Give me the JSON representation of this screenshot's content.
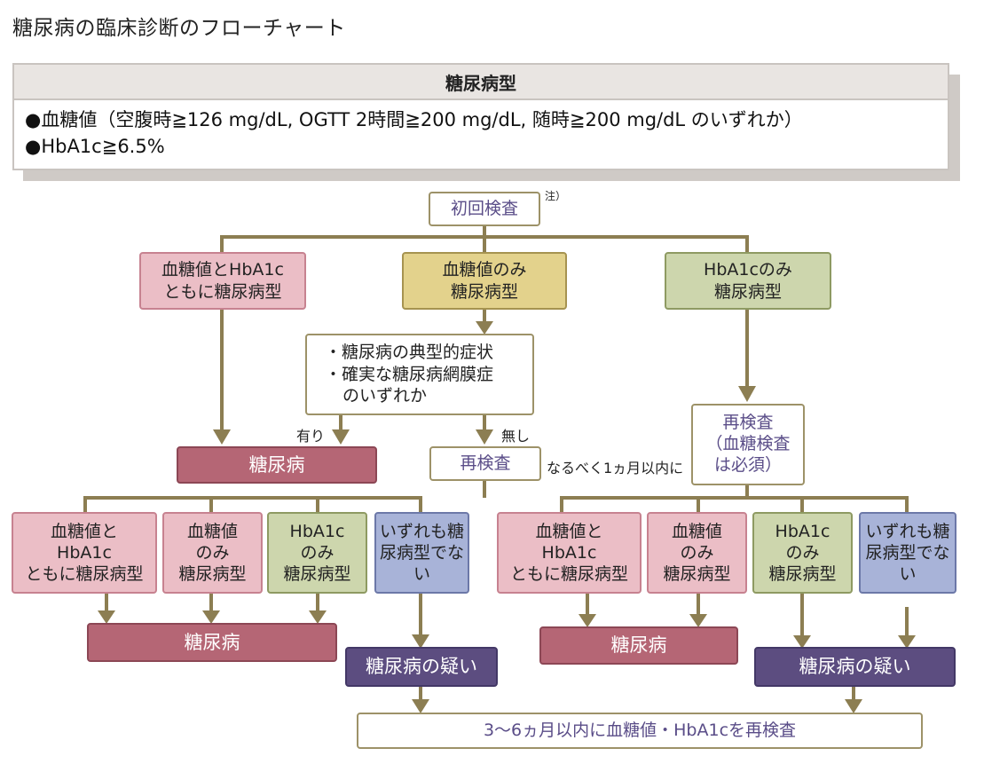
{
  "title": "糖尿病の臨床診断のフローチャート",
  "criteria": {
    "header": "糖尿病型",
    "line1": "●血糖値（空腹時≧126 mg/dL, OGTT 2時間≧200 mg/dL, 随時≧200 mg/dL のいずれか）",
    "line2": "●HbA1c≧6.5%"
  },
  "initial_test": {
    "label": "初回検査",
    "note": "注）"
  },
  "branch_both": {
    "line1": "血糖値とHbA1c",
    "line2": "ともに糖尿病型"
  },
  "branch_glucose": {
    "line1": "血糖値のみ",
    "line2": "糖尿病型"
  },
  "branch_hba1c": {
    "line1": "HbA1cのみ",
    "line2": "糖尿病型"
  },
  "symptom_box": {
    "line1": "・糖尿病の典型的症状",
    "line2": "・確実な糖尿病網膜症",
    "line3": "のいずれか"
  },
  "label_yes": "有り",
  "label_no": "無し",
  "diagnosis": "糖尿病",
  "retest_left": {
    "label": "再検査",
    "note": "なるべく1ヵ月以内に"
  },
  "retest_right": {
    "line1": "再検査",
    "line2": "（血糖検査",
    "line3": "は必須）"
  },
  "left_results": [
    {
      "line1": "血糖値と",
      "line2": "HbA1c",
      "line3": "ともに糖尿病型"
    },
    {
      "line1": "血糖値",
      "line2": "のみ",
      "line3": "糖尿病型"
    },
    {
      "line1": "HbA1c",
      "line2": "のみ",
      "line3": "糖尿病型"
    },
    {
      "line1": "いずれも糖",
      "line2": "尿病型でな",
      "line3": "い"
    }
  ],
  "right_results": [
    {
      "line1": "血糖値と",
      "line2": "HbA1c",
      "line3": "ともに糖尿病型"
    },
    {
      "line1": "血糖値",
      "line2": "のみ",
      "line3": "糖尿病型"
    },
    {
      "line1": "HbA1c",
      "line2": "のみ",
      "line3": "糖尿病型"
    },
    {
      "line1": "いずれも糖",
      "line2": "尿病型でな",
      "line3": "い"
    }
  ],
  "diagnosis_left": "糖尿病",
  "suspected_left": "糖尿病の疑い",
  "diagnosis_right": "糖尿病",
  "suspected_right": "糖尿病の疑い",
  "final_retest": "3～6ヵ月以内に血糖値・HbA1cを再検査",
  "colors": {
    "line": "#8c7e52",
    "pink": "#ebbec6",
    "yellow": "#e3d28c",
    "green": "#cdd6ad",
    "blue": "#a8b3d8",
    "diagnosis": "#b56675",
    "suspected": "#5c4d80",
    "outline_text": "#5a4d88"
  }
}
